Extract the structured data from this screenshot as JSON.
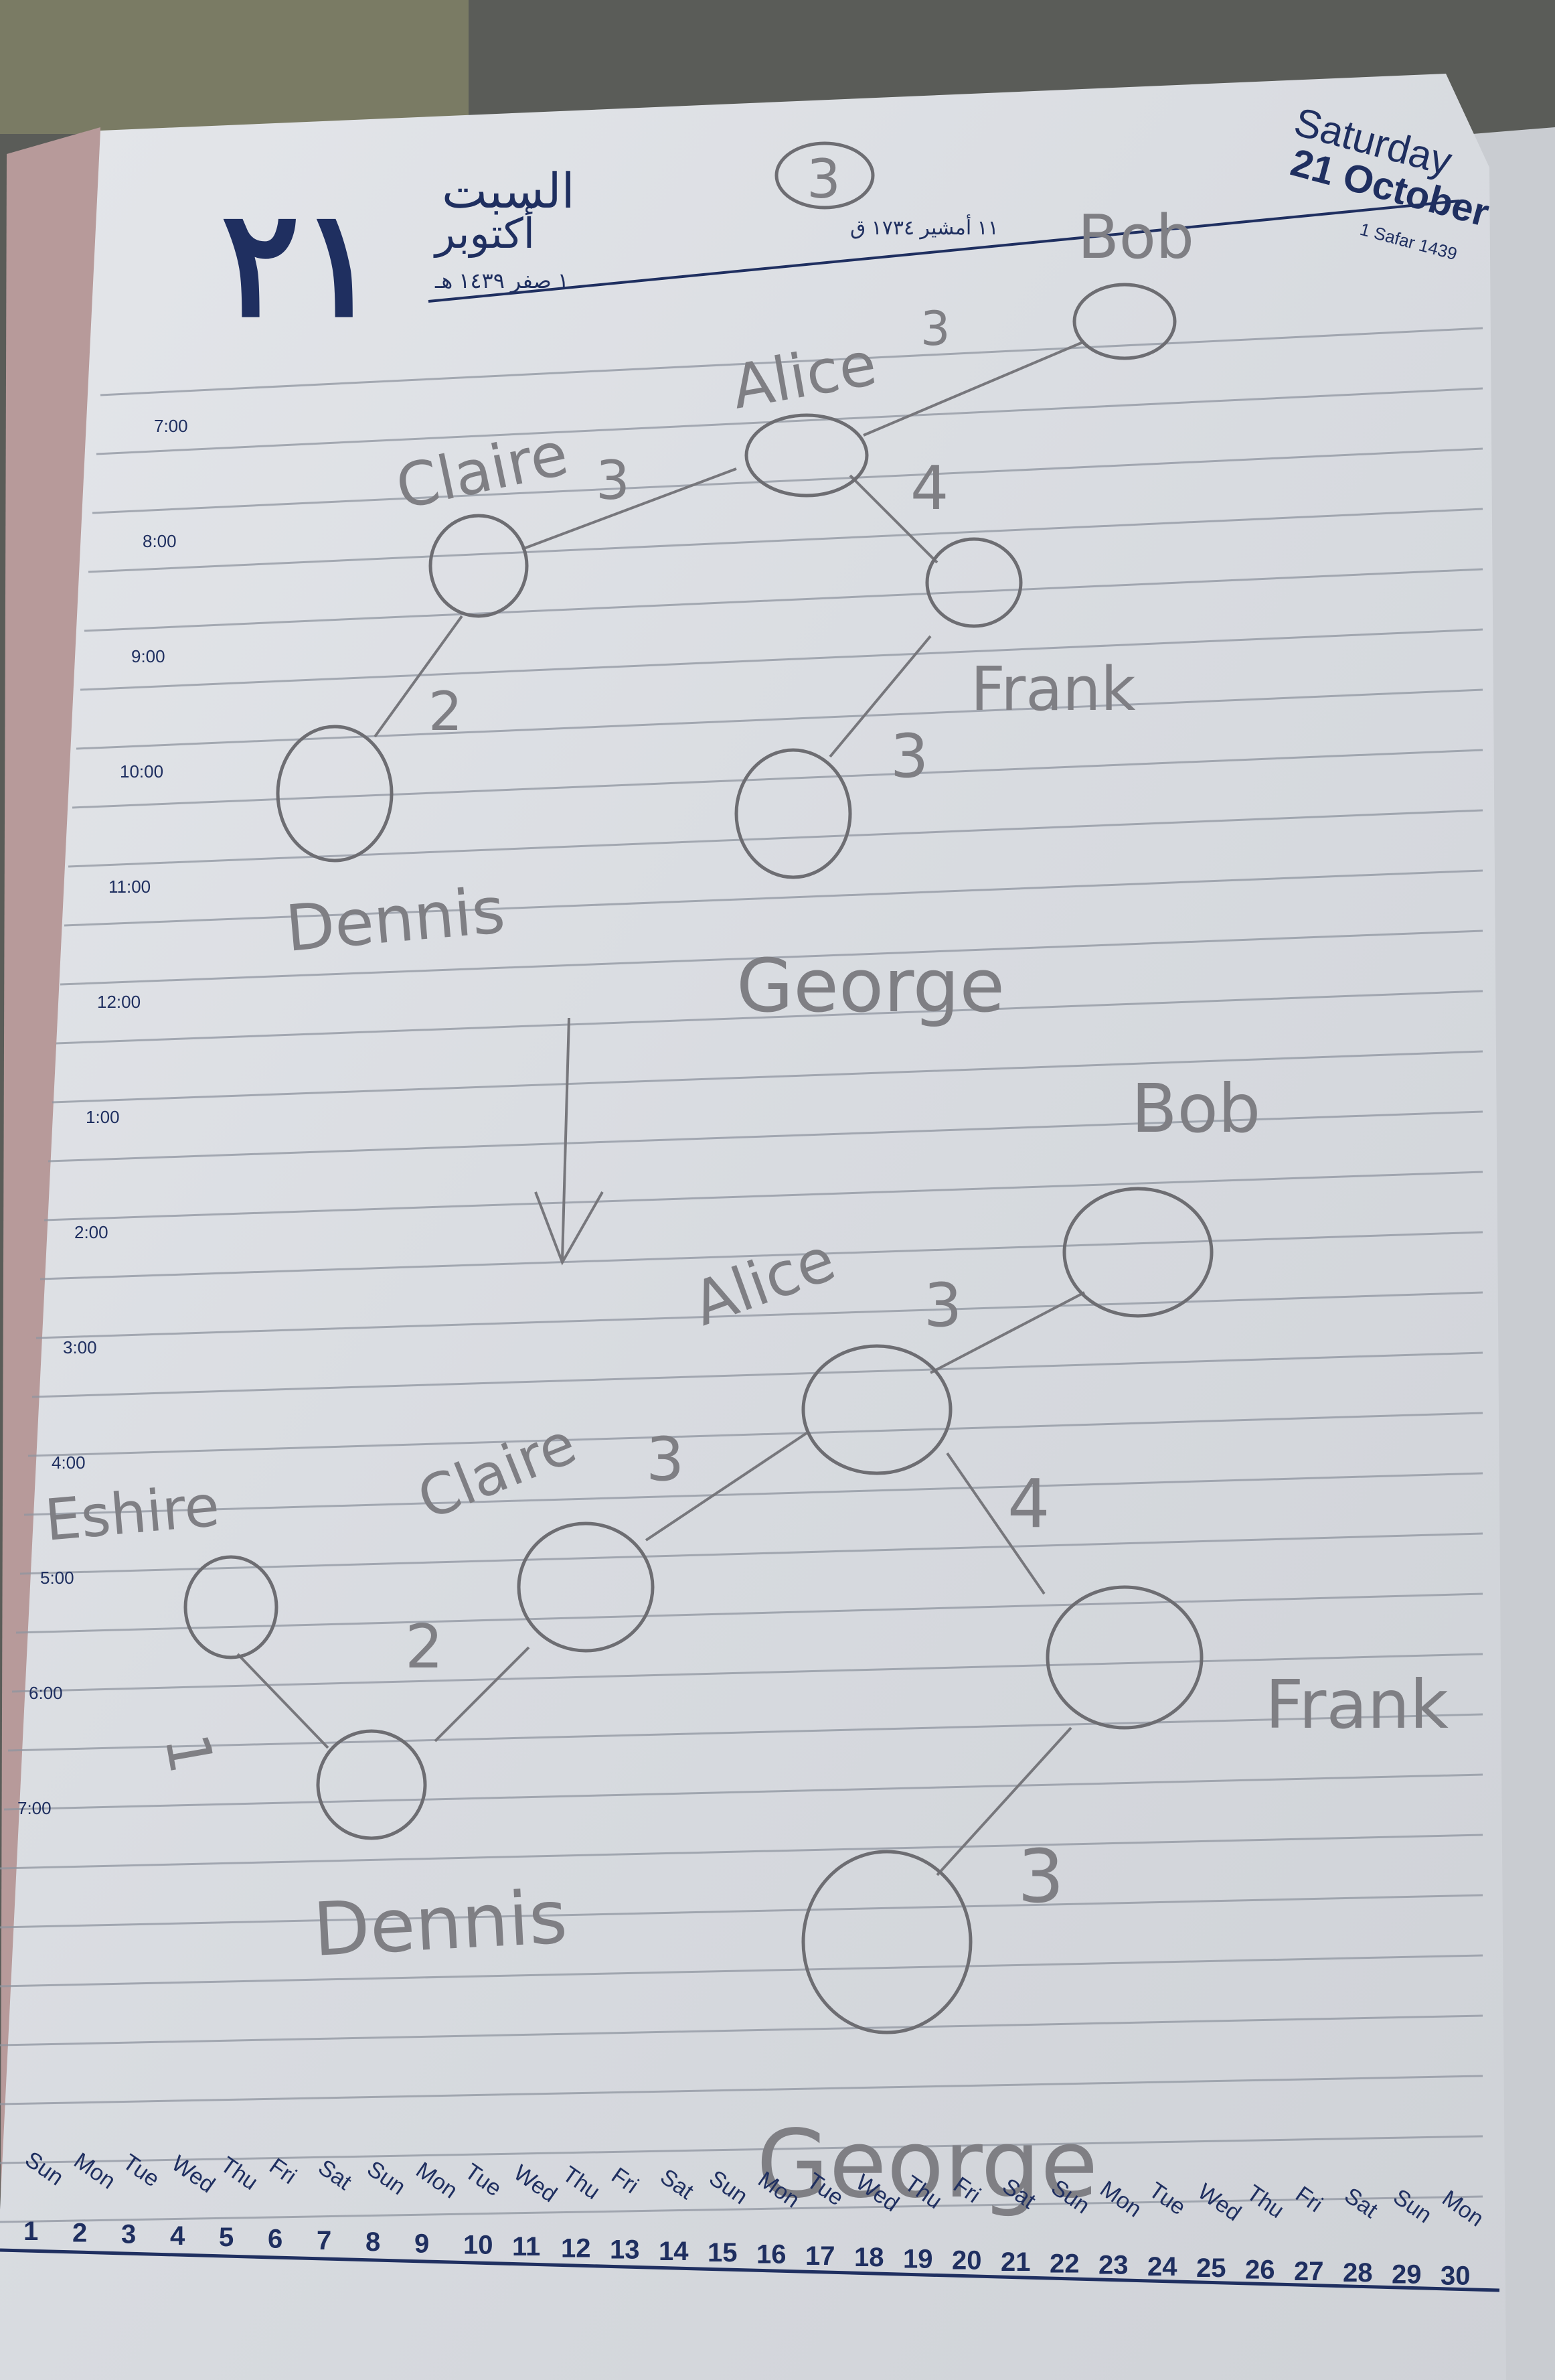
{
  "header": {
    "date_number": "٢١",
    "arabic_weekday": "السبت",
    "arabic_month": "أكتوبر",
    "hijri_date_ar": "١ صفر ١٤٣٩ هـ",
    "other_date_ar": "١١ أمشير ١٧٣٤ ق",
    "english_weekday": "Saturday",
    "english_date": "21 October",
    "hijri_date_en": "1 Safar 1439",
    "page_circle_number": "3"
  },
  "times": [
    "7:00",
    "8:00",
    "9:00",
    "10:00",
    "11:00",
    "12:00",
    "1:00",
    "2:00",
    "3:00",
    "4:00",
    "5:00",
    "6:00",
    "7:00"
  ],
  "calendar": {
    "weekdays": [
      "Sun",
      "Mon",
      "Tue",
      "Wed",
      "Thu",
      "Fri",
      "Sat",
      "Sun",
      "Mon",
      "Tue",
      "Wed",
      "Thu",
      "Fri",
      "Sat",
      "Sun",
      "Mon",
      "Tue",
      "Wed",
      "Thu",
      "Fri",
      "Sat",
      "Sun",
      "Mon",
      "Tue",
      "Wed",
      "Thu",
      "Fri",
      "Sat",
      "Sun",
      "Mon"
    ],
    "days": [
      "1",
      "2",
      "3",
      "4",
      "5",
      "6",
      "7",
      "8",
      "9",
      "10",
      "11",
      "12",
      "13",
      "14",
      "15",
      "16",
      "17",
      "18",
      "19",
      "20",
      "21",
      "22",
      "23",
      "24",
      "25",
      "26",
      "27",
      "28",
      "29",
      "30"
    ]
  },
  "diagram_before": {
    "nodes": [
      {
        "label": "Bob"
      },
      {
        "label": "Alice"
      },
      {
        "label": "Claire"
      },
      {
        "label": "Frank"
      },
      {
        "label": "Dennis"
      },
      {
        "label": "George"
      }
    ],
    "edges": [
      {
        "from": "Alice",
        "to": "Bob",
        "weight": "3"
      },
      {
        "from": "Alice",
        "to": "Claire",
        "weight": "3"
      },
      {
        "from": "Alice",
        "to": "Frank",
        "weight": "4"
      },
      {
        "from": "Claire",
        "to": "Dennis",
        "weight": "2"
      },
      {
        "from": "Frank",
        "to": "George",
        "weight": "3"
      }
    ]
  },
  "diagram_after": {
    "nodes": [
      {
        "label": "Bob"
      },
      {
        "label": "Alice"
      },
      {
        "label": "Claire"
      },
      {
        "label": "Frank"
      },
      {
        "label": "Eshire"
      },
      {
        "label": "Dennis"
      },
      {
        "label": "George"
      }
    ],
    "edges": [
      {
        "from": "Alice",
        "to": "Bob",
        "weight": "3"
      },
      {
        "from": "Alice",
        "to": "Claire",
        "weight": "3"
      },
      {
        "from": "Alice",
        "to": "Frank",
        "weight": "4"
      },
      {
        "from": "Claire",
        "to": "Dennis",
        "weight": "2"
      },
      {
        "from": "Eshire",
        "to": "Dennis",
        "weight": "1"
      },
      {
        "from": "Frank",
        "to": "George",
        "weight": "3"
      }
    ]
  },
  "colors": {
    "ink_blue": "#1f2f60",
    "pencil": "#77777c",
    "paper": "#dcdfe3"
  }
}
